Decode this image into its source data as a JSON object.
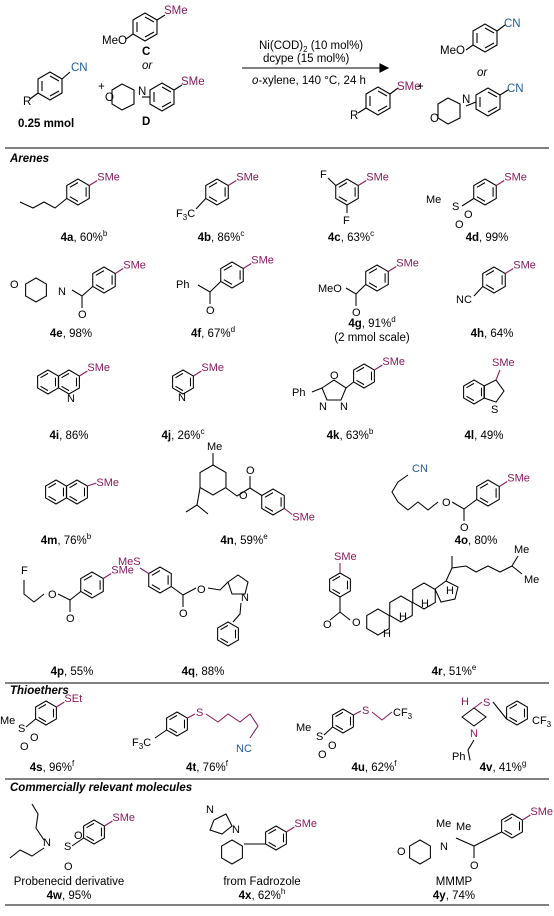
{
  "colors": {
    "sulfur": "#8b1a5a",
    "nitrile": "#1f5c99",
    "ink": "#000000"
  },
  "scheme": {
    "amount": "0.25 mmol",
    "reagent_c": "C",
    "reagent_d": "D",
    "or_top": "or",
    "or_right": "or",
    "plus1": "+",
    "plus2": "+",
    "cond1": "Ni(COD)",
    "cond1b": "2",
    "cond1c": " (10 mol%)",
    "cond2": "dcype (15 mol%)",
    "cond3a": "o",
    "cond3b": "-xylene, 140 °C, 24 h",
    "lbl_cn": "CN",
    "lbl_sme": "SMe",
    "lbl_meo": "MeO",
    "lbl_r": "R"
  },
  "sections": {
    "arenes": "Arenes",
    "thioethers": "Thioethers",
    "commercial": "Commercially relevant molecules"
  },
  "groups": {
    "sme": "SMe",
    "set": "SEt",
    "s": "S",
    "n": "N",
    "o": "O",
    "f": "F",
    "f3c": "F3C",
    "cf3": "CF3",
    "mes": "MeS",
    "me": "Me",
    "ph": "Ph",
    "meo": "MeO",
    "nc": "NC",
    "cn": "CN",
    "h": "H",
    "ch": "H"
  },
  "compounds": [
    {
      "id": "4a",
      "rest": ", 60%",
      "sup": "b"
    },
    {
      "id": "4b",
      "rest": ", 86%",
      "sup": "c"
    },
    {
      "id": "4c",
      "rest": ", 63%",
      "sup": "c"
    },
    {
      "id": "4d",
      "rest": ", 99%",
      "sup": ""
    },
    {
      "id": "4e",
      "rest": ", 98%",
      "sup": ""
    },
    {
      "id": "4f",
      "rest": ", 67%",
      "sup": "d"
    },
    {
      "id": "4g",
      "rest": ", 91%",
      "sup": "d"
    },
    {
      "id": "4h",
      "rest": ", 64%",
      "sup": ""
    },
    {
      "id": "4i",
      "rest": ", 86%",
      "sup": ""
    },
    {
      "id": "4j",
      "rest": ", 26%",
      "sup": "c"
    },
    {
      "id": "4k",
      "rest": ", 63%",
      "sup": "b"
    },
    {
      "id": "4l",
      "rest": ", 49%",
      "sup": ""
    },
    {
      "id": "4m",
      "rest": ", 76%",
      "sup": "b"
    },
    {
      "id": "4n",
      "rest": ", 59%",
      "sup": "e"
    },
    {
      "id": "4o",
      "rest": ", 80%",
      "sup": ""
    },
    {
      "id": "4p",
      "rest": ", 55%",
      "sup": ""
    },
    {
      "id": "4q",
      "rest": ", 88%",
      "sup": ""
    },
    {
      "id": "4r",
      "rest": ", 51%",
      "sup": "e"
    },
    {
      "id": "4s",
      "rest": ", 96%",
      "sup": "f"
    },
    {
      "id": "4t",
      "rest": ", 76%",
      "sup": "f"
    },
    {
      "id": "4u",
      "rest": ", 62%",
      "sup": "f"
    },
    {
      "id": "4v",
      "rest": ", 41%",
      "sup": "g"
    },
    {
      "id": "4w",
      "rest": ", 95%",
      "sup": ""
    },
    {
      "id": "4x",
      "rest": ", 62%",
      "sup": "h"
    },
    {
      "id": "4y",
      "rest": ", 74%",
      "sup": ""
    }
  ],
  "notes": {
    "scale_4g": "(2 mmol scale)",
    "name_4w": "Probenecid derivative",
    "name_4x": "from Fadrozole",
    "name_4y": "MMMP"
  }
}
